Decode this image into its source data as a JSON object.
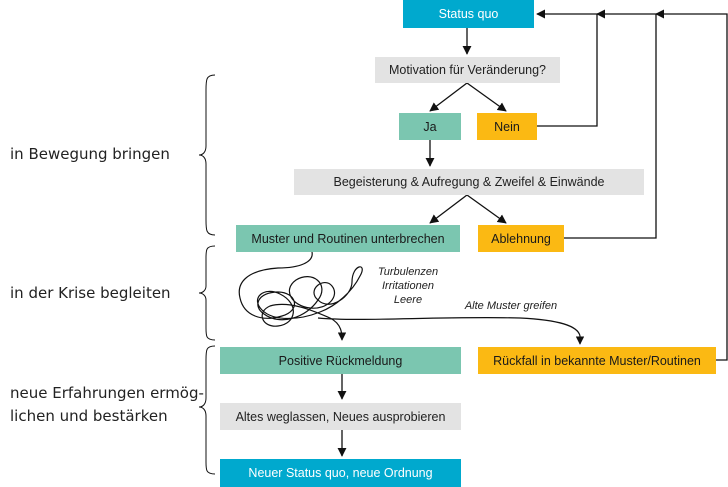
{
  "side_labels": {
    "phase1": "in Bewegung bringen",
    "phase2": "in der Krise begleiten",
    "phase3_line1": "neue Erfahrungen ermög-",
    "phase3_line2": "lichen und bestärken"
  },
  "boxes": {
    "status_quo": "Status quo",
    "motivation": "Motivation für Veränderung?",
    "ja": "Ja",
    "nein": "Nein",
    "emotions": "Begeisterung  &  Aufregung  &  Zweifel  &  Einwände",
    "muster_unterbrechen": "Muster und Routinen unterbrechen",
    "ablehnung": "Ablehnung",
    "positive_rueckmeldung": "Positive Rückmeldung",
    "rueckfall": "Rückfall in bekannte Muster/Routinen",
    "altes_weglassen": "Altes weglassen, Neues ausprobieren",
    "neuer_status": "Neuer Status quo, neue Ordnung"
  },
  "annotations": {
    "turbulenzen": "Turbulenzen",
    "irritationen": "Irritationen",
    "leere": "Leere",
    "alte_muster": "Alte Muster greifen"
  },
  "colors": {
    "blue": "#00a9ce",
    "gray": "#e3e3e3",
    "green": "#7bc6b0",
    "yellow": "#fbb913"
  }
}
